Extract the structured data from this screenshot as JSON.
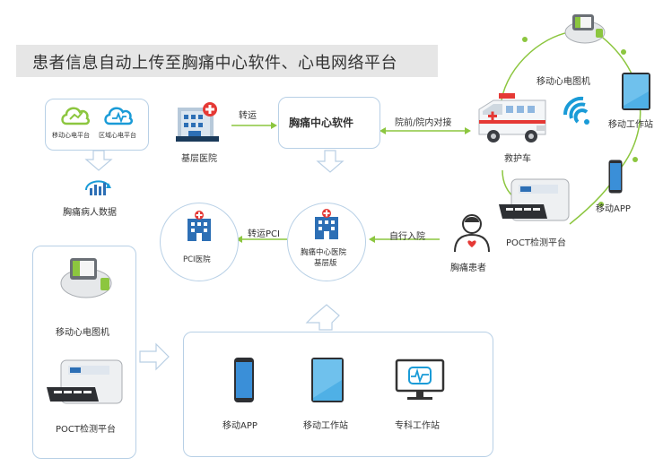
{
  "title": "患者信息自动上传至胸痛中心软件、心电网络平台",
  "platforms": {
    "mobile_ecg_platform": "移动心电平台",
    "regional_ecg_platform": "区域心电平台"
  },
  "patient_data_label": "胸痛病人数据",
  "primary_hospital_label": "基层医院",
  "transfer_label": "转运",
  "chest_pain_software_label": "胸痛中心软件",
  "prehospital_label": "院前/院内对接",
  "ambulance_label": "救护车",
  "mobile_ecg_top_label": "移动心电图机",
  "mobile_workstation_top_label": "移动工作站",
  "mobile_app_top_label": "移动APP",
  "poct_top_label": "POCT检测平台",
  "chest_pain_patient_label": "胸痛患者",
  "self_admit_label": "自行入院",
  "primary_edition_line1": "胸痛中心医院",
  "primary_edition_line2": "基层版",
  "transfer_pci_label": "转运PCI",
  "pci_hospital_label": "PCI医院",
  "left_panel": {
    "ecg_label": "移动心电图机",
    "poct_label": "POCT检测平台"
  },
  "bottom_panel": {
    "app_label": "移动APP",
    "workstation_label": "移动工作站",
    "specialist_label": "专科工作站"
  },
  "colors": {
    "connector_green": "#8cc63f",
    "box_border": "#b8d0e6",
    "hollow_arrow": "#b9cfe4",
    "icon_blue": "#2d6fb5"
  }
}
